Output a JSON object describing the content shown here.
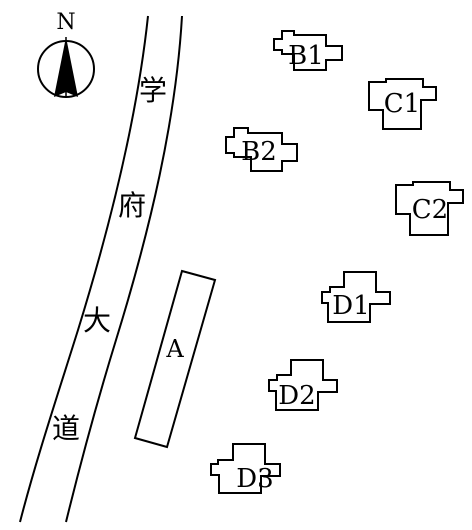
{
  "compass": {
    "label": "N"
  },
  "road": {
    "chars": [
      "学",
      "府",
      "大",
      "道"
    ]
  },
  "plot_a": {
    "label": "A"
  },
  "buildings": [
    {
      "id": "B1",
      "label": "B1"
    },
    {
      "id": "B2",
      "label": "B2"
    },
    {
      "id": "C1",
      "label": "C1"
    },
    {
      "id": "C2",
      "label": "C2"
    },
    {
      "id": "D1",
      "label": "D1"
    },
    {
      "id": "D2",
      "label": "D2"
    },
    {
      "id": "D3",
      "label": "D3"
    }
  ]
}
